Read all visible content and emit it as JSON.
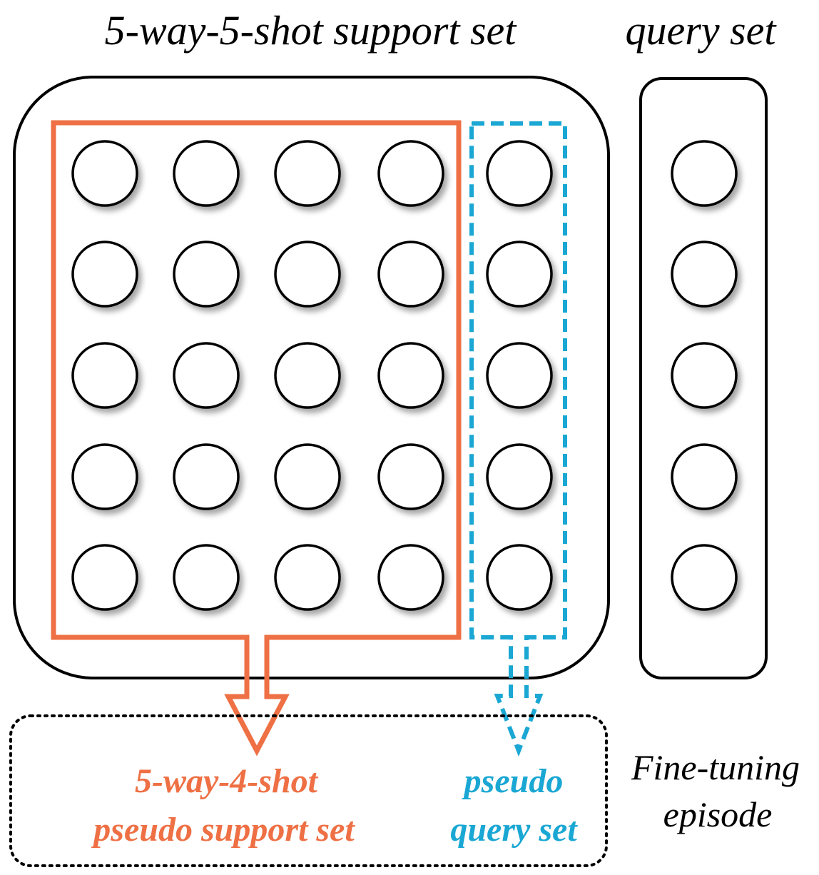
{
  "titles": {
    "support": "5-way-5-shot support set",
    "query": "query set"
  },
  "labels": {
    "pseudo_support_line1": "5-way-4-shot",
    "pseudo_support_line2": "pseudo support set",
    "pseudo_query_line1": "pseudo",
    "pseudo_query_line2": "query set",
    "episode_line1": "Fine-tuning",
    "episode_line2": "episode"
  },
  "grid": {
    "ways": 5,
    "shots": 5,
    "pseudo_support_shots": 4,
    "pseudo_query_shots": 1,
    "query_samples": 5
  },
  "colors": {
    "pseudo_support": "#ee7044",
    "pseudo_query": "#1aa7d3",
    "outline": "#000000"
  }
}
